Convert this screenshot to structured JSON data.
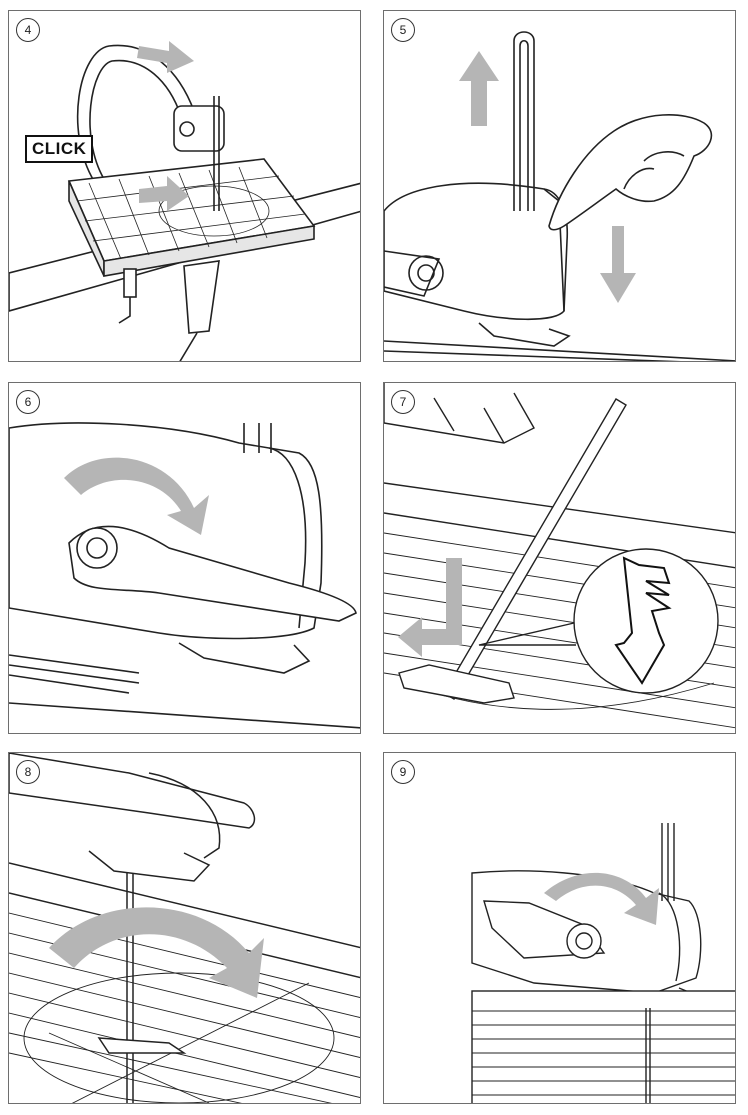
{
  "steps": [
    {
      "number": "4",
      "callout": "CLICK"
    },
    {
      "number": "5"
    },
    {
      "number": "6"
    },
    {
      "number": "7"
    },
    {
      "number": "8"
    },
    {
      "number": "9"
    }
  ],
  "colors": {
    "border": "#6e6e6e",
    "line": "#222222",
    "arrow": "#b5b5b5",
    "shade": "#d9d9d9"
  },
  "icons": [
    "saw-table-illustration",
    "blade-lift-hand-illustration",
    "tension-lever-illustration",
    "blade-teeth-direction-illustration",
    "table-rotate-illustration",
    "blade-lock-illustration"
  ]
}
